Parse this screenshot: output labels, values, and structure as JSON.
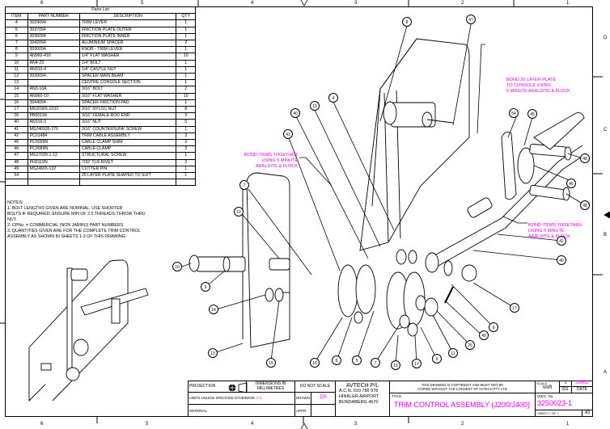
{
  "zones": {
    "top": [
      "6",
      "5",
      "4",
      "3",
      "2",
      "1"
    ],
    "bottom": [
      "6",
      "5",
      "4",
      "3",
      "2",
      "1"
    ],
    "right": [
      "D",
      "C",
      "B",
      "A"
    ]
  },
  "parts_list": {
    "title": "Parts List",
    "headers": [
      "ITEM",
      "PART NUMBER",
      "DESCRIPTION",
      "QTY"
    ],
    "rows": [
      {
        "item": "4",
        "part": "3029094",
        "desc": "TRIM LEVER",
        "qty": "1"
      },
      {
        "item": "5",
        "part": "3037094",
        "desc": "FRICTION PLATE OUTER",
        "qty": "1"
      },
      {
        "item": "6",
        "part": "3036094",
        "desc": "FRICTION PLATE INNER",
        "qty": "1"
      },
      {
        "item": "7",
        "part": "3042094",
        "desc": "ALUMINIUM SPACER",
        "qty": "2"
      },
      {
        "item": "8",
        "part": "3030094",
        "desc": "KNOB - TRIM LEVER",
        "qty": "1"
      },
      {
        "item": "9",
        "part": "AN960-416",
        "desc": "1/4\" FLAT WASHER",
        "qty": "10"
      },
      {
        "item": "10",
        "part": "AN4-23",
        "desc": "1/4\" BOLT",
        "qty": "1"
      },
      {
        "item": "11",
        "part": "AN310-4",
        "desc": "1/4\" CASTLE NUT",
        "qty": "1"
      },
      {
        "item": "12",
        "part": "3039094",
        "desc": "SPACER MAIN BEAM",
        "qty": "1"
      },
      {
        "item": "13",
        "part": "",
        "desc": "CENTRE CONSOLE SECTION",
        "qty": "1"
      },
      {
        "item": "14",
        "part": "AN3-10A",
        "desc": "3/16\" BOLT",
        "qty": "2"
      },
      {
        "item": "15",
        "part": "AN960-10",
        "desc": "3/16\" FLAT WASHER",
        "qty": "10"
      },
      {
        "item": "16",
        "part": "3044094",
        "desc": "SPACER FRICTION PAD",
        "qty": "1"
      },
      {
        "item": "17",
        "part": "MS20365-1032",
        "desc": "3/16\" NYLOC NUT",
        "qty": "8"
      },
      {
        "item": "26",
        "part": "PB00194",
        "desc": "3/16\" FEMALE ROD END",
        "qty": "3"
      },
      {
        "item": "40",
        "part": "AN316-3",
        "desc": "3/16\" NUT",
        "qty": "5"
      },
      {
        "item": "41",
        "part": "MS246935-276",
        "desc": "3/16\" COUNTERSUNK SCREW",
        "qty": "1"
      },
      {
        "item": "42",
        "part": "PC01484",
        "desc": "TRIM CABLE ASSEMBLY",
        "qty": "3"
      },
      {
        "item": "45",
        "part": "PC0099N",
        "desc": "CABLE CLAMP SHIM",
        "qty": "3"
      },
      {
        "item": "46",
        "part": "PC0089N",
        "desc": "CABLE CLAMP",
        "qty": "3"
      },
      {
        "item": "47",
        "part": "MS27039-1-12",
        "desc": "STRUCTURAL SCREW",
        "qty": "1"
      },
      {
        "item": "48",
        "part": "PH0119N",
        "desc": "7/32' TLR RIVET",
        "qty": "2"
      },
      {
        "item": "49",
        "part": "MS24665-132",
        "desc": "COTTER PIN",
        "qty": "1"
      },
      {
        "item": "54",
        "part": "",
        "desc": "26 LAYER PLATE SHAPED TO SUIT",
        "qty": "1"
      }
    ]
  },
  "notes": [
    "NOTES:",
    "1.  BOLT LENGTHS GIVEN ARE NOMINAL. USE SHORTER",
    "BOLTS IF REQUIRED. ENSURE MIN OF 2.5 THREADS THROW THRU",
    "NUT.",
    "2.  CPNo. = COMMERCIAL (NON JABIRU) PART NUMBERS",
    "3.  QUANTITIES GIVEN ARE FOR THE COMPLETE TRIM CONTROL",
    "ASSEMBLY AS SHOWN IN SHEETS 1-3 OF THIS DRAWING."
  ],
  "annotations": {
    "bond_plate": [
      "BOND 26 LAYER PLATE",
      "TO CONSOLE USING",
      "5 MINUTE ARALDITE & FLOCK"
    ],
    "bond_left": [
      "BOND ITEMS TOGETHER",
      "USING 5 MINUTE",
      "ARALDITE & FLOCK"
    ],
    "bond_right": [
      "BOND ITEMS TOGETHER",
      "USING 5 MINUTE",
      "ARALDITE & FLOCK"
    ]
  },
  "balloons": [
    {
      "label": "8"
    },
    {
      "label": "47"
    },
    {
      "label": "4"
    },
    {
      "label": "15"
    },
    {
      "label": "40"
    },
    {
      "label": "41"
    },
    {
      "label": "7"
    },
    {
      "label": "12"
    },
    {
      "label": "54"
    },
    {
      "label": "45"
    },
    {
      "label": "48"
    },
    {
      "label": "46"
    },
    {
      "label": "48"
    },
    {
      "label": "42"
    },
    {
      "label": "40"
    },
    {
      "label": "17"
    },
    {
      "label": "9"
    },
    {
      "label": "49"
    },
    {
      "label": "26"
    },
    {
      "label": "10"
    },
    {
      "label": "9"
    },
    {
      "label": "14"
    },
    {
      "label": "13"
    },
    {
      "label": "15"
    },
    {
      "label": "16"
    },
    {
      "label": "6"
    },
    {
      "label": "5"
    },
    {
      "label": "7"
    },
    {
      "label": "15"
    },
    {
      "label": "17"
    },
    {
      "label": "9"
    },
    {
      "label": "11"
    }
  ],
  "title_block": {
    "projection_label": "PROJECTION",
    "dimensions_label": "DIMENSIONS IN MILLIMETRES",
    "do_not_scale": "DO NOT SCALE",
    "company": "AVTECH P/L",
    "acn": "A.C.N. 010 786 978",
    "address1": "HINKLER AIRPORT",
    "address2": "BUNDABERG 4670",
    "copyright": [
      "THIS DRAWING IS COPYRIGHT AND MUST NOT BE",
      "COPIED WITHOUT THE CONSENT OF AVTECH PTY LTD"
    ],
    "scale_label": "SCALE",
    "scale_value": "VAR",
    "issue_value": "1",
    "issue_label": "ISS.",
    "date_value": "21/8/02",
    "date_label": "DATE",
    "limits_label": "LIMITS UNLESS SPECIFIED OTHERWISE",
    "limits_value": "+/-1",
    "drawn_label": "DRAWN",
    "drawn_value": "DS",
    "appr_label": "APPR.",
    "material_label": "MATERIAL",
    "title_label": "TITLE",
    "title_value": "TRIM CONTROL ASSEMBLY (J200/J400)",
    "dwg_no_label": "DWG. No.",
    "dwg_no_value": "3250023-1",
    "sheet_label": "SHEET",
    "sheet_value": "1",
    "of_label": "OF",
    "of_value": "3",
    "size": "A3"
  },
  "colors": {
    "annotation": "#e000e0",
    "line": "#000000"
  }
}
